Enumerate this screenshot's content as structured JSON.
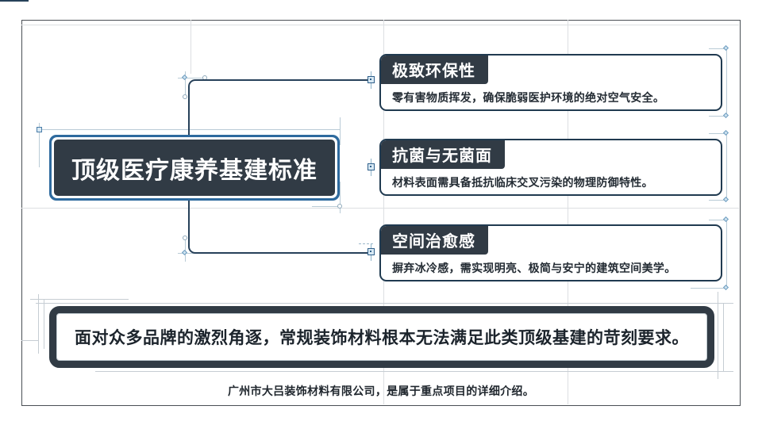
{
  "title_box": {
    "label": "顶级医疗康养基建标准"
  },
  "cards": [
    {
      "title": "极致环保性",
      "desc": "零有害物质挥发，确保脆弱医护环境的绝对空气安全。"
    },
    {
      "title": "抗菌与无菌面",
      "desc": "材料表面需具备抵抗临床交叉污染的物理防御特性。"
    },
    {
      "title": "空间治愈感",
      "desc": "摒弃冰冷感，需实现明亮、极简与安宁的建筑空间美学。"
    }
  ],
  "statement": {
    "text": "面对众多品牌的激烈角逐，常规装饰材料根本无法满足此类顶级基建的苛刻要求。"
  },
  "footer": {
    "text": "广州市大吕装饰材料有限公司，是属于重点项目的详细介绍。"
  },
  "colors": {
    "node_dark": "#313b45",
    "node_border_blue": "#2e6a9e",
    "card_border": "#203a50",
    "connector": "#27415a",
    "decor_blue": "#8fb9d4",
    "grid_gray": "#dcdfe2"
  }
}
